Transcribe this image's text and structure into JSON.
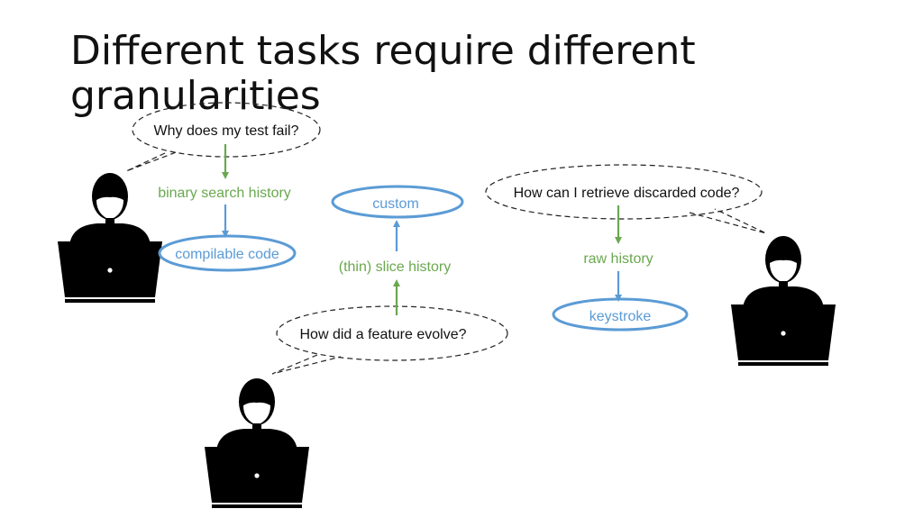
{
  "title": "Different tasks require different granularities",
  "colors": {
    "green": "#6aa84f",
    "blue": "#5b9bd5",
    "text": "#111111",
    "bubble_outline": "#222222"
  },
  "scenarios": [
    {
      "question": "Why does my test fail?",
      "history": "binary search history",
      "granularity": "compilable code"
    },
    {
      "question": "How did a feature evolve?",
      "history": "(thin) slice history",
      "granularity": "custom"
    },
    {
      "question": "How can I retrieve discarded code?",
      "history": "raw history",
      "granularity": "keystroke"
    }
  ],
  "icons": [
    "developer-icon",
    "developer-icon",
    "developer-icon"
  ]
}
